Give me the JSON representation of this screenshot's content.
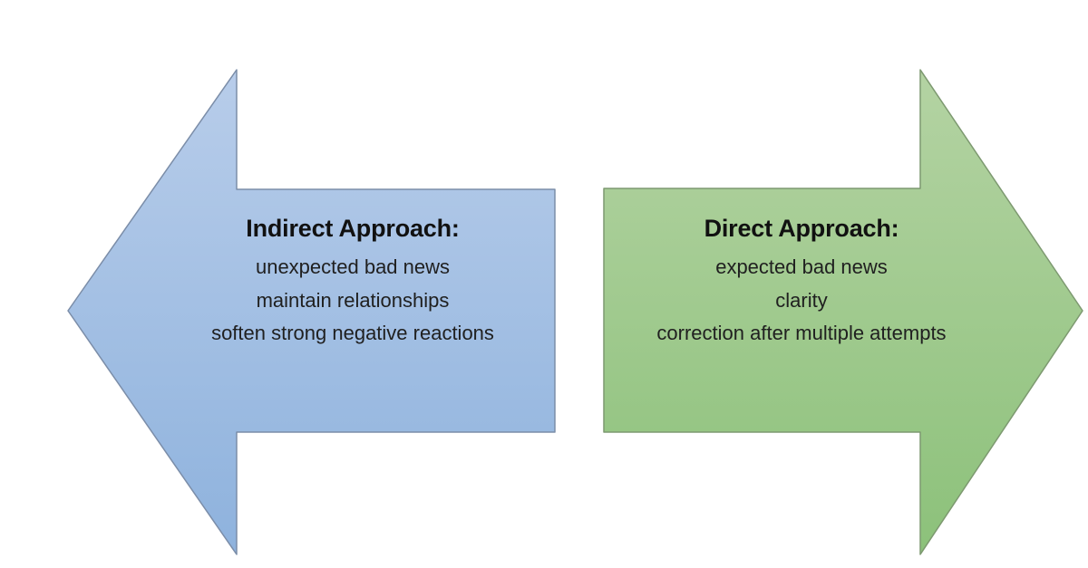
{
  "diagram": {
    "background": "#ffffff",
    "text_color": "#1e1e1e",
    "left_arrow": {
      "direction": "left",
      "title": "Indirect Approach:",
      "items": [
        "unexpected bad news",
        "maintain relationships",
        "soften strong negative reactions"
      ],
      "fill_top": "#b8cdea",
      "fill_bottom": "#8eb2dd",
      "border_color": "#7b8da8"
    },
    "right_arrow": {
      "direction": "right",
      "title": "Direct Approach:",
      "items": [
        "expected bad news",
        "clarity",
        "correction after multiple attempts"
      ],
      "fill_top": "#b4d3a3",
      "fill_bottom": "#8cc17a",
      "border_color": "#7d9970"
    }
  }
}
